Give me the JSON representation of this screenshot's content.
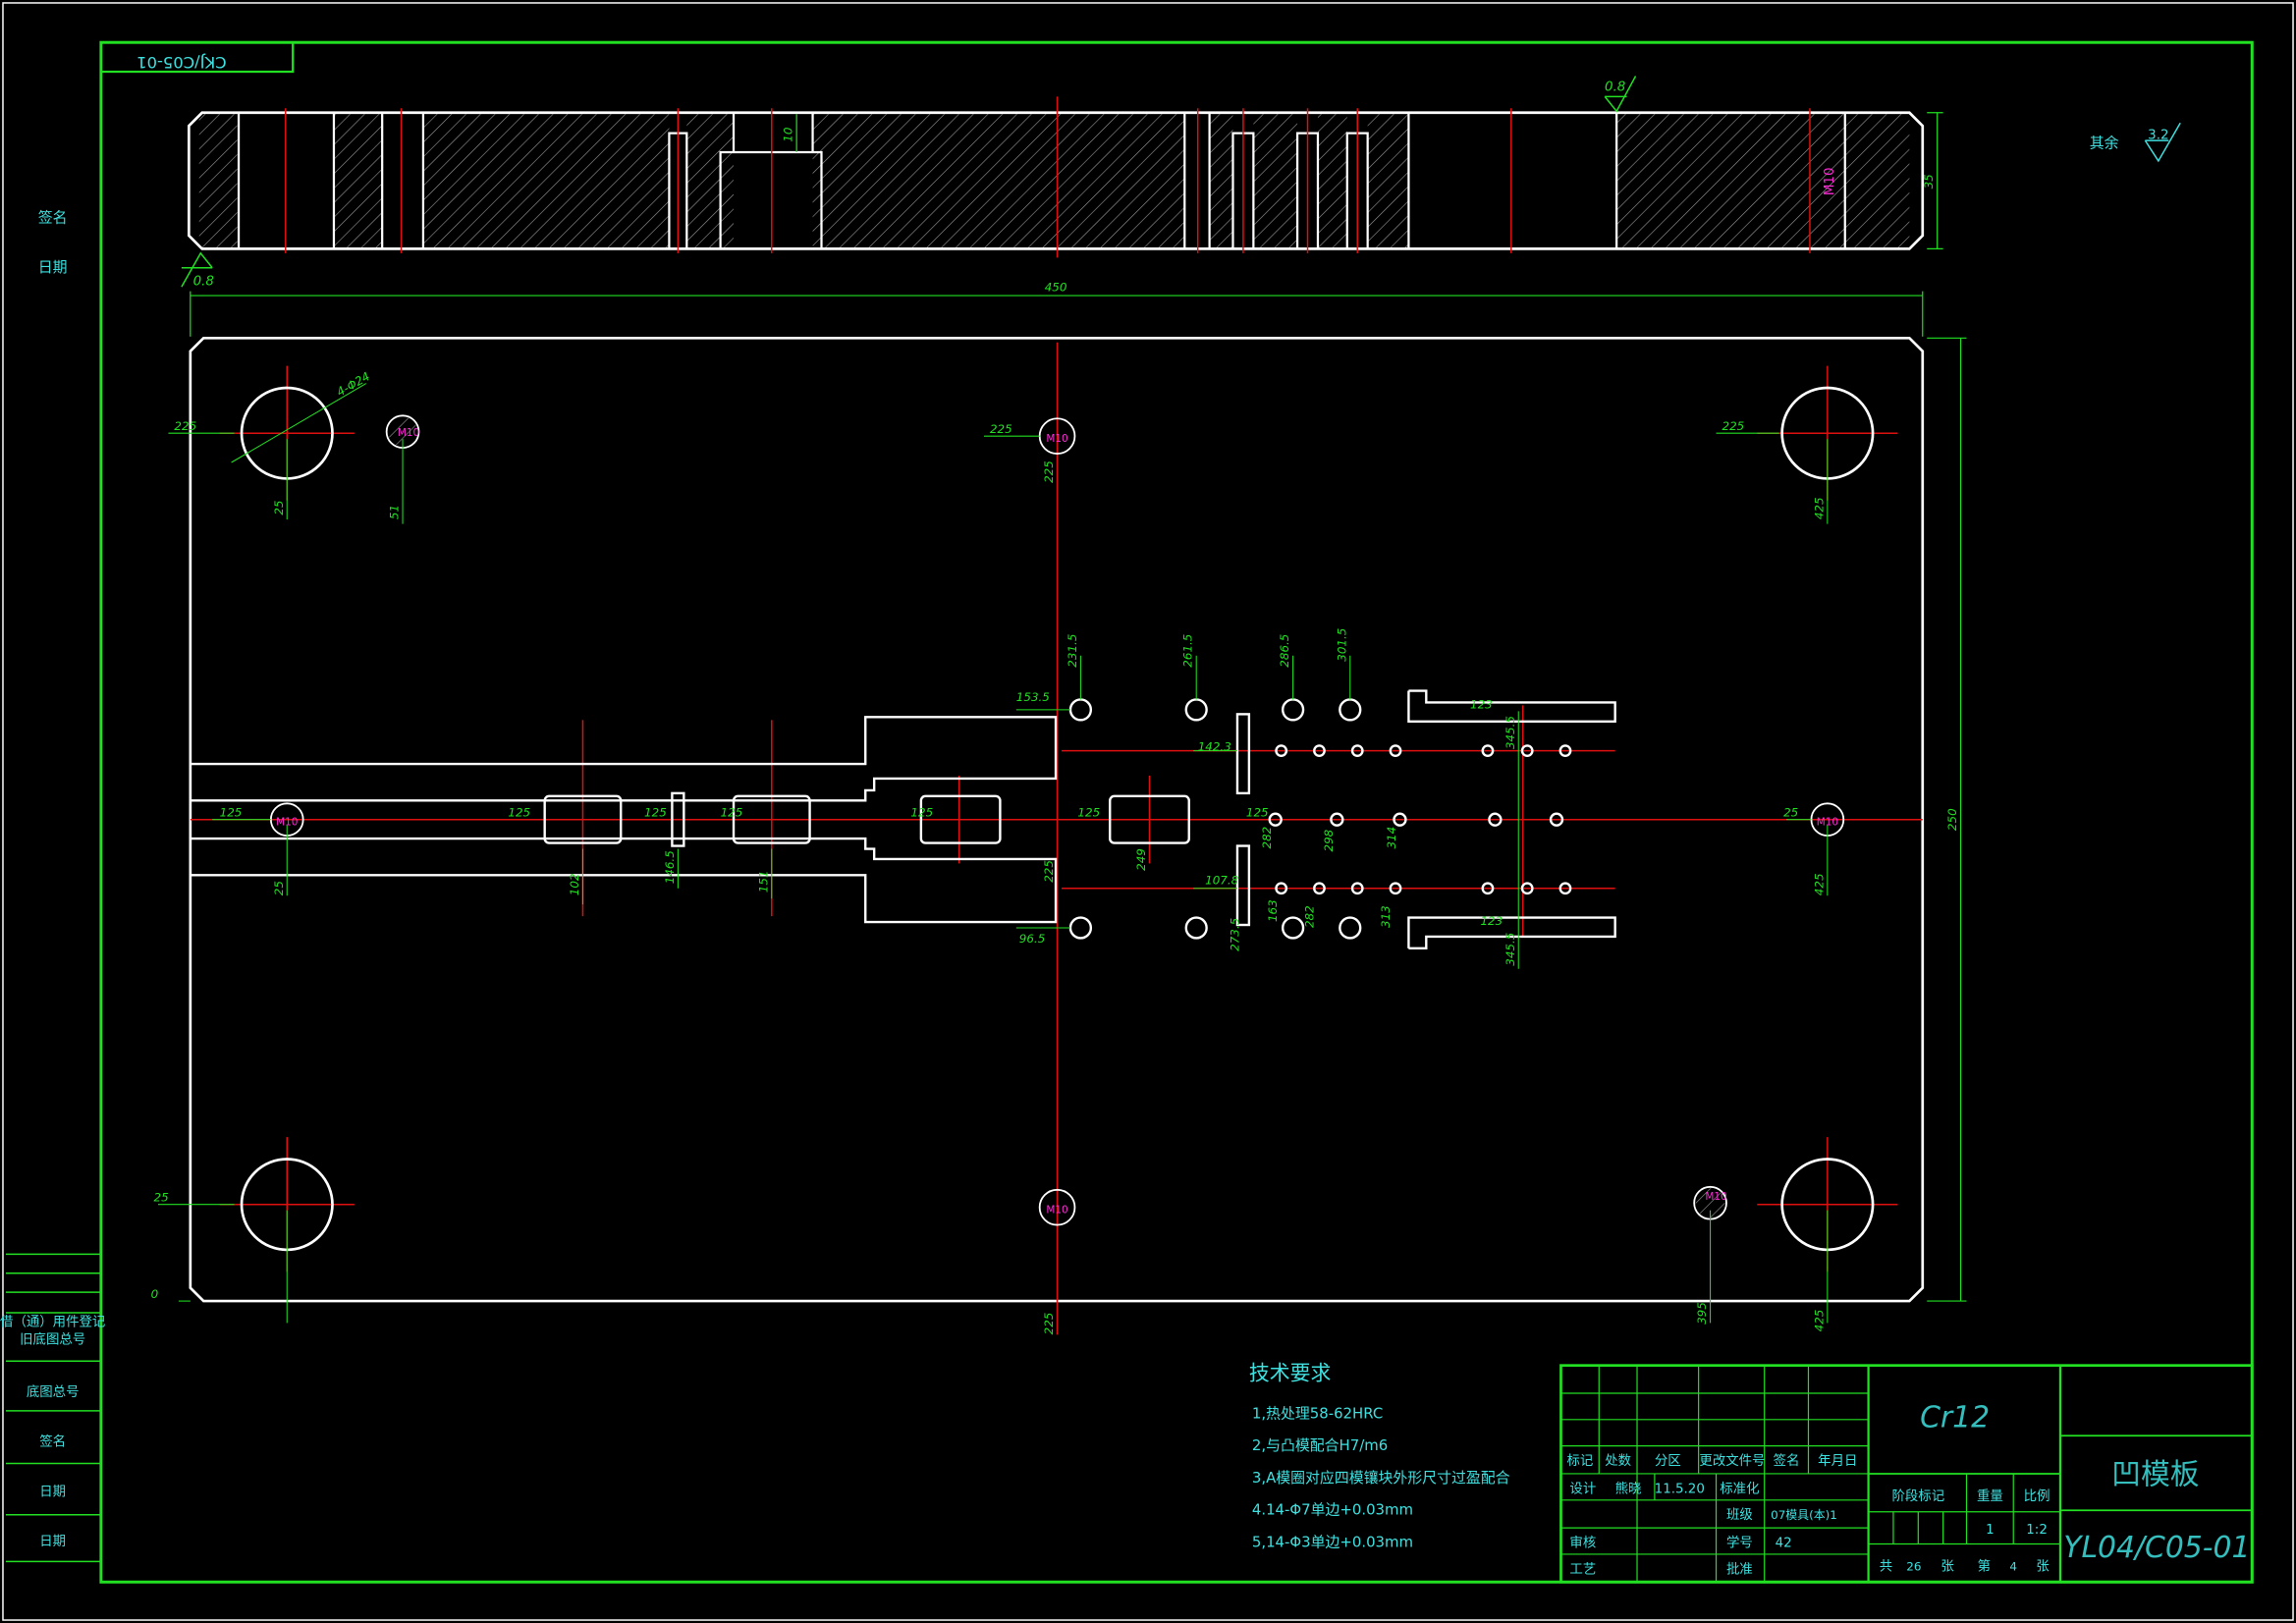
{
  "drawing": {
    "frame_code": "CKJ/C05-01",
    "left_margin_labels": [
      "签名",
      "日期"
    ],
    "left_table_labels": [
      "借（通）用件登记",
      "旧底图总号",
      "底图总号",
      "签名",
      "日期",
      "日期"
    ],
    "roughness_other": "其余",
    "roughness_other_value": "3.2",
    "roughness_top": "0.8",
    "roughness_bottom": "0.8",
    "section_dims": [
      "10",
      "35",
      "M10"
    ],
    "width_dim": "450",
    "height_dim": "250",
    "hole_labels": [
      "M10",
      "M10",
      "M10",
      "M10",
      "M10",
      "M10"
    ],
    "dims_green": [
      "225",
      "4-Φ24",
      "25",
      "51",
      "225",
      "225",
      "225",
      "425",
      "125",
      "125",
      "125",
      "125",
      "125",
      "125",
      "125",
      "25",
      "102",
      "146.5",
      "151",
      "225",
      "249",
      "107.8",
      "142.3",
      "153.5",
      "231.5",
      "261.5",
      "286.5",
      "301.5",
      "96.5",
      "273.5",
      "282",
      "298",
      "314",
      "313",
      "163",
      "282",
      "345.5",
      "345.5",
      "25",
      "25",
      "0",
      "225",
      "425",
      "395",
      "425",
      "123",
      "123"
    ]
  },
  "tech_requirements": {
    "title": "技术要求",
    "items": [
      "1,热处理58-62HRC",
      "2,与凸模配合H7/m6",
      "3,A模圈对应四模镶块外形尺寸过盈配合",
      "4.14-Φ7单边+0.03mm",
      "5,14-Φ3单边+0.03mm"
    ]
  },
  "title_block": {
    "material": "Cr12",
    "part_name": "凹模板",
    "drawing_number": "YL04/C05-01",
    "headers": [
      "标记",
      "处数",
      "分区",
      "更改文件号",
      "签名",
      "年月日"
    ],
    "design_label": "设计",
    "designer": "熊晓",
    "design_date": "11.5.20",
    "standardization_label": "标准化",
    "review_label": "审核",
    "class_label": "班级",
    "class_value": "07模具(本)1",
    "student_id_label": "学号",
    "student_id": "42",
    "process_label": "工艺",
    "approve_label": "批准",
    "stage_label": "阶段标记",
    "weight_label": "重量",
    "scale_label": "比例",
    "quantity": "1",
    "scale": "1:2",
    "total_label": "共",
    "total_sheets": "26",
    "sheets_word": "张",
    "sheet_label": "第",
    "sheet_no": "4",
    "sheet_word": "张"
  },
  "colors": {
    "frame": "#22e022",
    "outline": "#ffffff",
    "centerline": "#e01010",
    "dimension": "#22e022",
    "text": "#3fe0e0",
    "thread": "#ff2bd8"
  }
}
